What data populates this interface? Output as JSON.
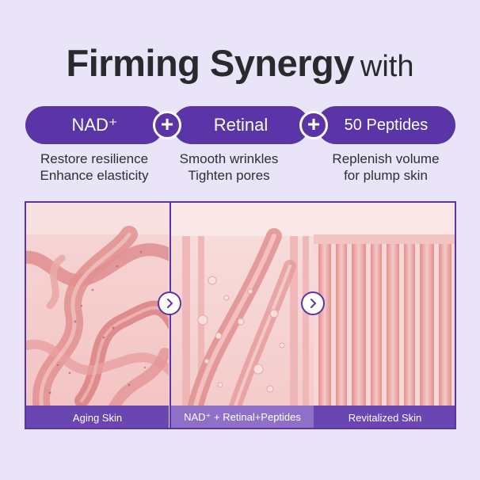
{
  "title": {
    "main": "Firming Synergy",
    "suffix": "with"
  },
  "ingredients": [
    {
      "label": "NAD⁺",
      "desc": [
        "Restore resilience",
        "Enhance elasticity"
      ]
    },
    {
      "label": "Retinal",
      "desc": [
        "Smooth wrinkles",
        "Tighten pores"
      ]
    },
    {
      "label": "50 Peptides",
      "desc": [
        "Replenish volume",
        "for plump skin"
      ]
    }
  ],
  "plus_symbol": "+",
  "panels": [
    {
      "caption": "Aging Skin"
    },
    {
      "caption": "NAD⁺ + Retinal+Peptides"
    },
    {
      "caption": "Revitalized Skin"
    }
  ],
  "colors": {
    "accent": "#5b35a8",
    "background": "#e9e4f7",
    "tissue": "#e99b9b"
  },
  "icons": [
    "plus-icon",
    "chevron-right-icon"
  ]
}
